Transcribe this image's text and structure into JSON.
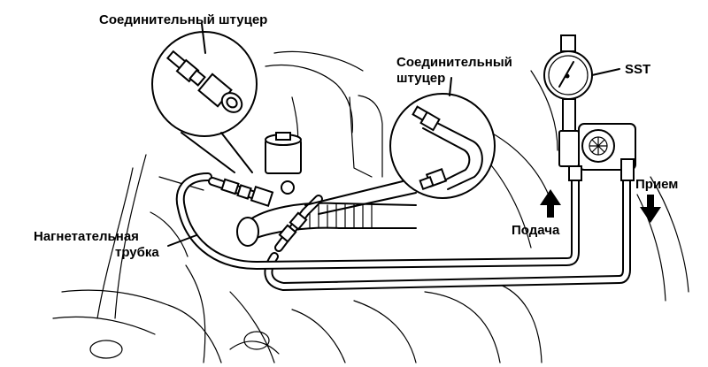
{
  "labels": {
    "fitting_top": "Соединительный штуцер",
    "fitting_right_line1": "Соединительный",
    "fitting_right_line2": "штуцер",
    "sst": "SST",
    "pressure_tube_line1": "Нагнетательная",
    "pressure_tube_line2": "трубка",
    "supply": "Подача",
    "return": "Прием"
  },
  "colors": {
    "line": "#000000",
    "background": "#ffffff"
  }
}
